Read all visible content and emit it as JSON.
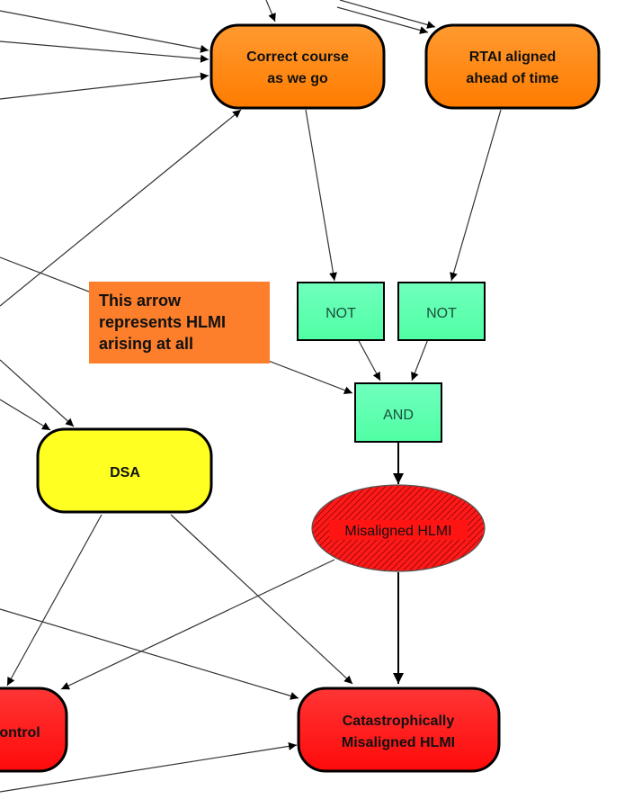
{
  "diagram": {
    "colors": {
      "orange_node": "#ff8c1a",
      "yellow_node": "#ffff22",
      "red_node": "#ff2020",
      "gate_fill": "#66ffb0",
      "note_fill": "#fd7f2c",
      "ellipse_fill": "#ff1a1a"
    },
    "nodes": {
      "correct_course": {
        "line1": "Correct course",
        "line2": "as we go"
      },
      "rtai_aligned": {
        "line1": "RTAI aligned",
        "line2": "ahead of time"
      },
      "not_left": {
        "label": "NOT"
      },
      "not_right": {
        "label": "NOT"
      },
      "and_gate": {
        "label": "AND"
      },
      "dsa": {
        "label": "DSA"
      },
      "misaligned_hlmi": {
        "label": "Misaligned HLMI"
      },
      "catastrophic": {
        "line1": "Catastrophically",
        "line2": "Misaligned HLMI"
      },
      "loss_of_control_partial": {
        "label": "ontrol"
      }
    },
    "note": {
      "line1": "This arrow",
      "line2": "represents HLMI",
      "line3": "arising at all"
    }
  }
}
